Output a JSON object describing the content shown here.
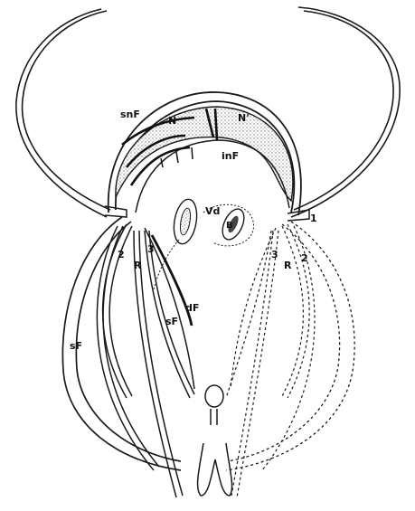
{
  "labels": {
    "snF": "snF",
    "N": "N",
    "N_prime": "N'",
    "inF": "inF",
    "Vd": "Vd",
    "B": "B",
    "num2_left": "2",
    "R_left": "R",
    "num3_left": "3",
    "dF": "dF",
    "sF_center": "sF",
    "sF_left": "sF",
    "num3_right": "3",
    "R_right": "R",
    "num2_right": "2",
    "num1_right": "1"
  },
  "colors": {
    "ink": "#1a1a1a",
    "stipple": "#8a8a8a",
    "background": "#ffffff"
  }
}
